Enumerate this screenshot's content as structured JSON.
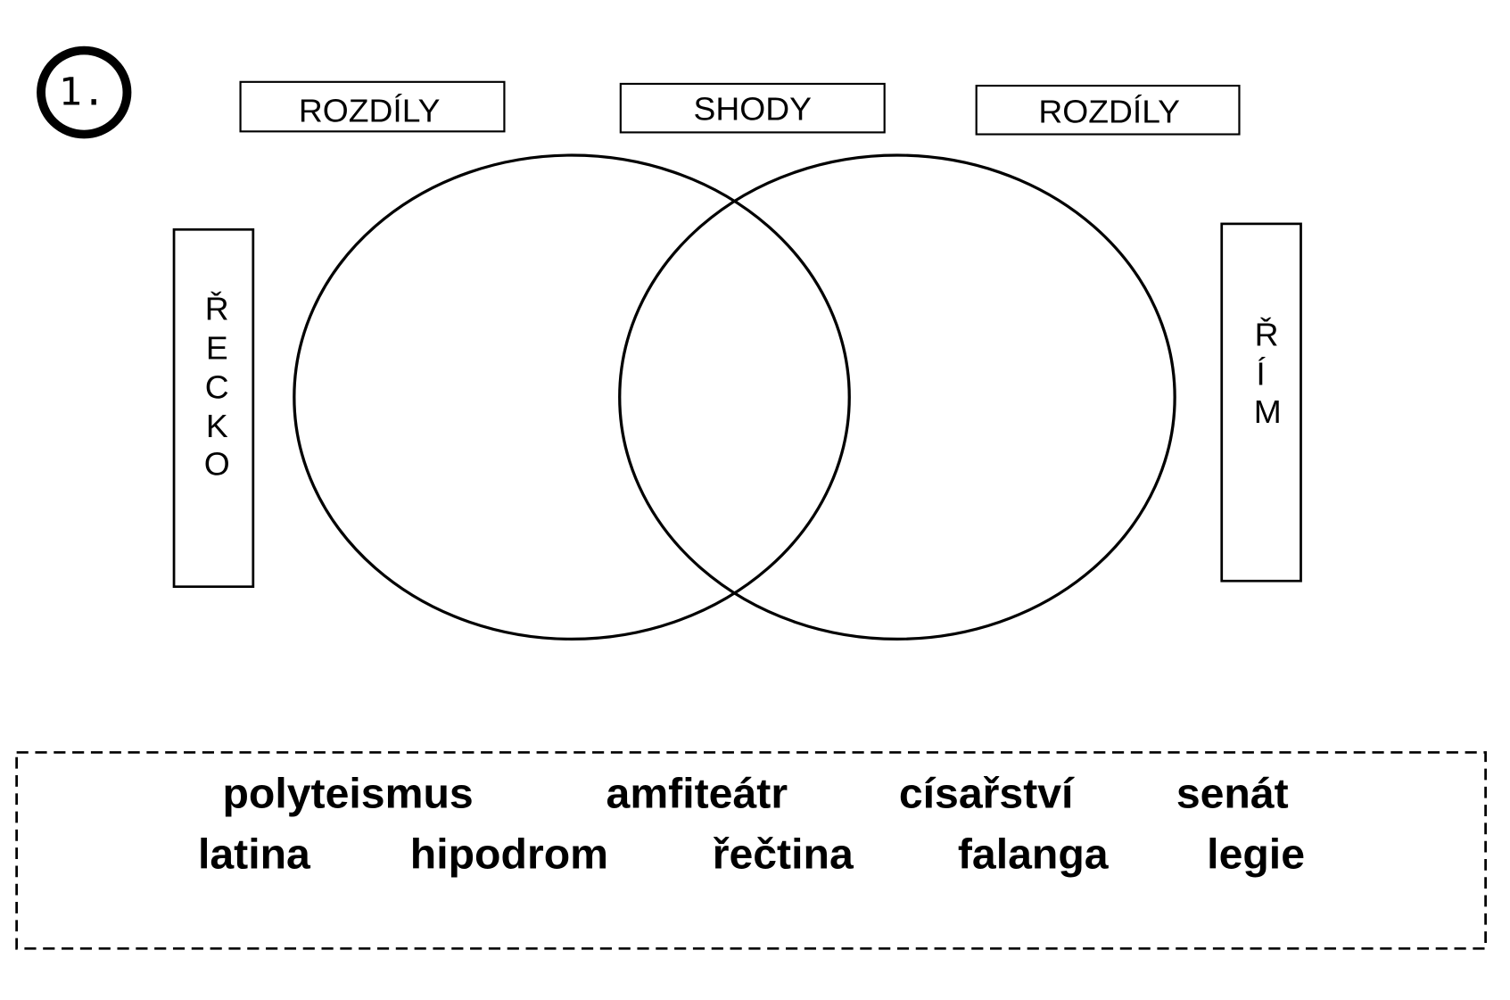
{
  "task_number": "1.",
  "headers": {
    "left": "ROZDÍLY",
    "center": "SHODY",
    "right": "ROZDÍLY"
  },
  "side_labels": {
    "left": [
      "Ř",
      "E",
      "C",
      "K",
      "O"
    ],
    "right": [
      "Ř",
      "Í",
      "M"
    ]
  },
  "word_bank": {
    "row1": [
      "polyteismus",
      "amfiteátr",
      "císařství",
      "senát"
    ],
    "row2": [
      "latina",
      "hipodrom",
      "řečtina",
      "falanga",
      "legie"
    ]
  }
}
